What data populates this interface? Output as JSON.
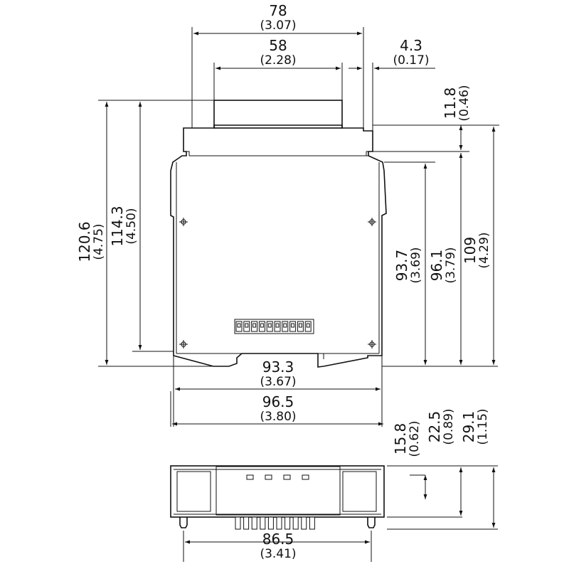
{
  "drawing": {
    "dimensions": [
      {
        "id": "width-78",
        "value": "78",
        "inch": "(3.07)"
      },
      {
        "id": "width-58",
        "value": "58",
        "inch": "(2.28)"
      },
      {
        "id": "offset-4-3",
        "value": "4.3",
        "inch": "(0.17)"
      },
      {
        "id": "height-11-8",
        "value": "11.8",
        "inch": "(0.46)"
      },
      {
        "id": "height-120-6",
        "value": "120.6",
        "inch": "(4.75)"
      },
      {
        "id": "height-114-3",
        "value": "114.3",
        "inch": "(4.50)"
      },
      {
        "id": "height-93-7",
        "value": "93.7",
        "inch": "(3.69)"
      },
      {
        "id": "height-96-1",
        "value": "96.1",
        "inch": "(3.79)"
      },
      {
        "id": "height-109",
        "value": "109",
        "inch": "(4.29)"
      },
      {
        "id": "width-93-3",
        "value": "93.3",
        "inch": "(3.67)"
      },
      {
        "id": "width-96-5",
        "value": "96.5",
        "inch": "(3.80)"
      },
      {
        "id": "depth-15-8",
        "value": "15.8",
        "inch": "(0.62)"
      },
      {
        "id": "depth-22-5",
        "value": "22.5",
        "inch": "(0.89)"
      },
      {
        "id": "depth-29-1",
        "value": "29.1",
        "inch": "(1.15)"
      },
      {
        "id": "width-86-5",
        "value": "86.5",
        "inch": "(3.41)"
      }
    ]
  }
}
